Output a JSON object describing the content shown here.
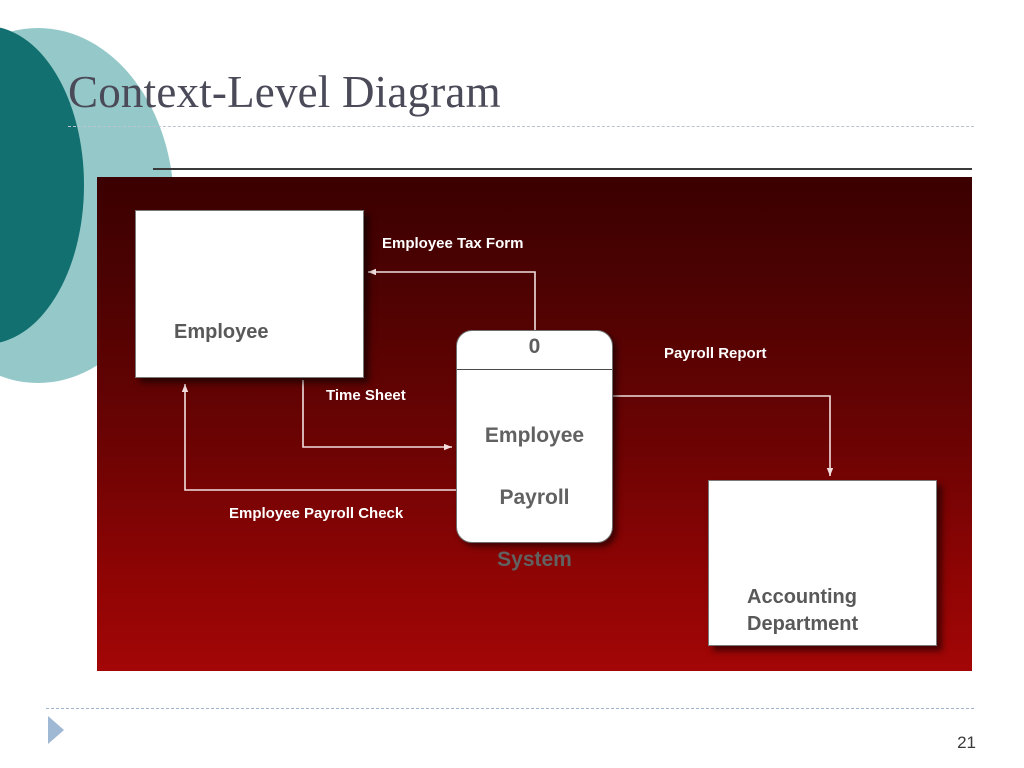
{
  "slide": {
    "title": "Context-Level Diagram",
    "page_number": "21",
    "accent_colors": {
      "circle_dark": "#127070",
      "circle_light": "#95c9c9",
      "panel_top": "#3b0000",
      "panel_bottom": "#a30606",
      "title_text": "#4a4a58",
      "footer_triangle": "#9fb8d4",
      "flow_line": "#f2dede",
      "entity_text": "#595959"
    }
  },
  "diagram": {
    "type": "context-level-data-flow-diagram",
    "entities": [
      {
        "id": "employee",
        "label": "Employee"
      },
      {
        "id": "accounting",
        "label": "Accounting\nDepartment",
        "line1": "Accounting",
        "line2": "Department"
      }
    ],
    "process": {
      "number": "0",
      "name": "Employee\nPayroll\nSystem",
      "line1": "Employee",
      "line2": "Payroll",
      "line3": "System"
    },
    "flows": [
      {
        "id": "employee-tax-form",
        "label": "Employee Tax Form",
        "from": "process",
        "to": "employee"
      },
      {
        "id": "time-sheet",
        "label": "Time Sheet",
        "from": "employee",
        "to": "process"
      },
      {
        "id": "employee-payroll-check",
        "label": "Employee Payroll Check",
        "from": "process",
        "to": "employee"
      },
      {
        "id": "payroll-report",
        "label": "Payroll Report",
        "from": "process",
        "to": "accounting"
      }
    ]
  }
}
